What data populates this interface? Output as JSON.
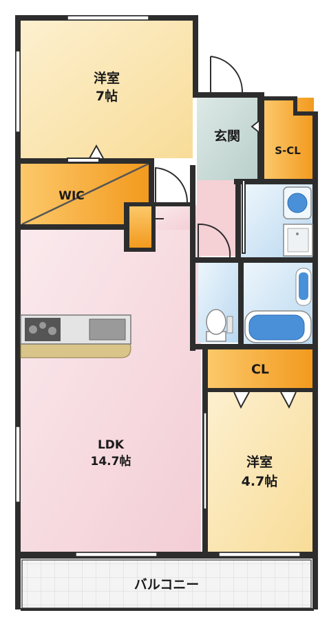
{
  "rooms": {
    "western_room_1": {
      "name": "洋室",
      "size": "7帖"
    },
    "wic": {
      "name": "WIC"
    },
    "entrance": {
      "name": "玄関"
    },
    "shoe_closet": {
      "name": "S-CL"
    },
    "ldk": {
      "name": "LDK",
      "size": "14.7帖"
    },
    "closet": {
      "name": "CL"
    },
    "western_room_2": {
      "name": "洋室",
      "size": "4.7帖"
    },
    "balcony": {
      "name": "バルコニー"
    }
  },
  "colors": {
    "wall": "#2d2d2d",
    "western_room": "#fbe7b4",
    "storage": "#f5a62a",
    "ldk": "#f7dde2",
    "entrance": "#c9dcd8",
    "hall": "#f5d0d5",
    "wet_area": "#d2e6f6",
    "bath": "#4a90d9",
    "kitchen_counter": "#d9c48a",
    "balcony": "#f0f0f0"
  }
}
